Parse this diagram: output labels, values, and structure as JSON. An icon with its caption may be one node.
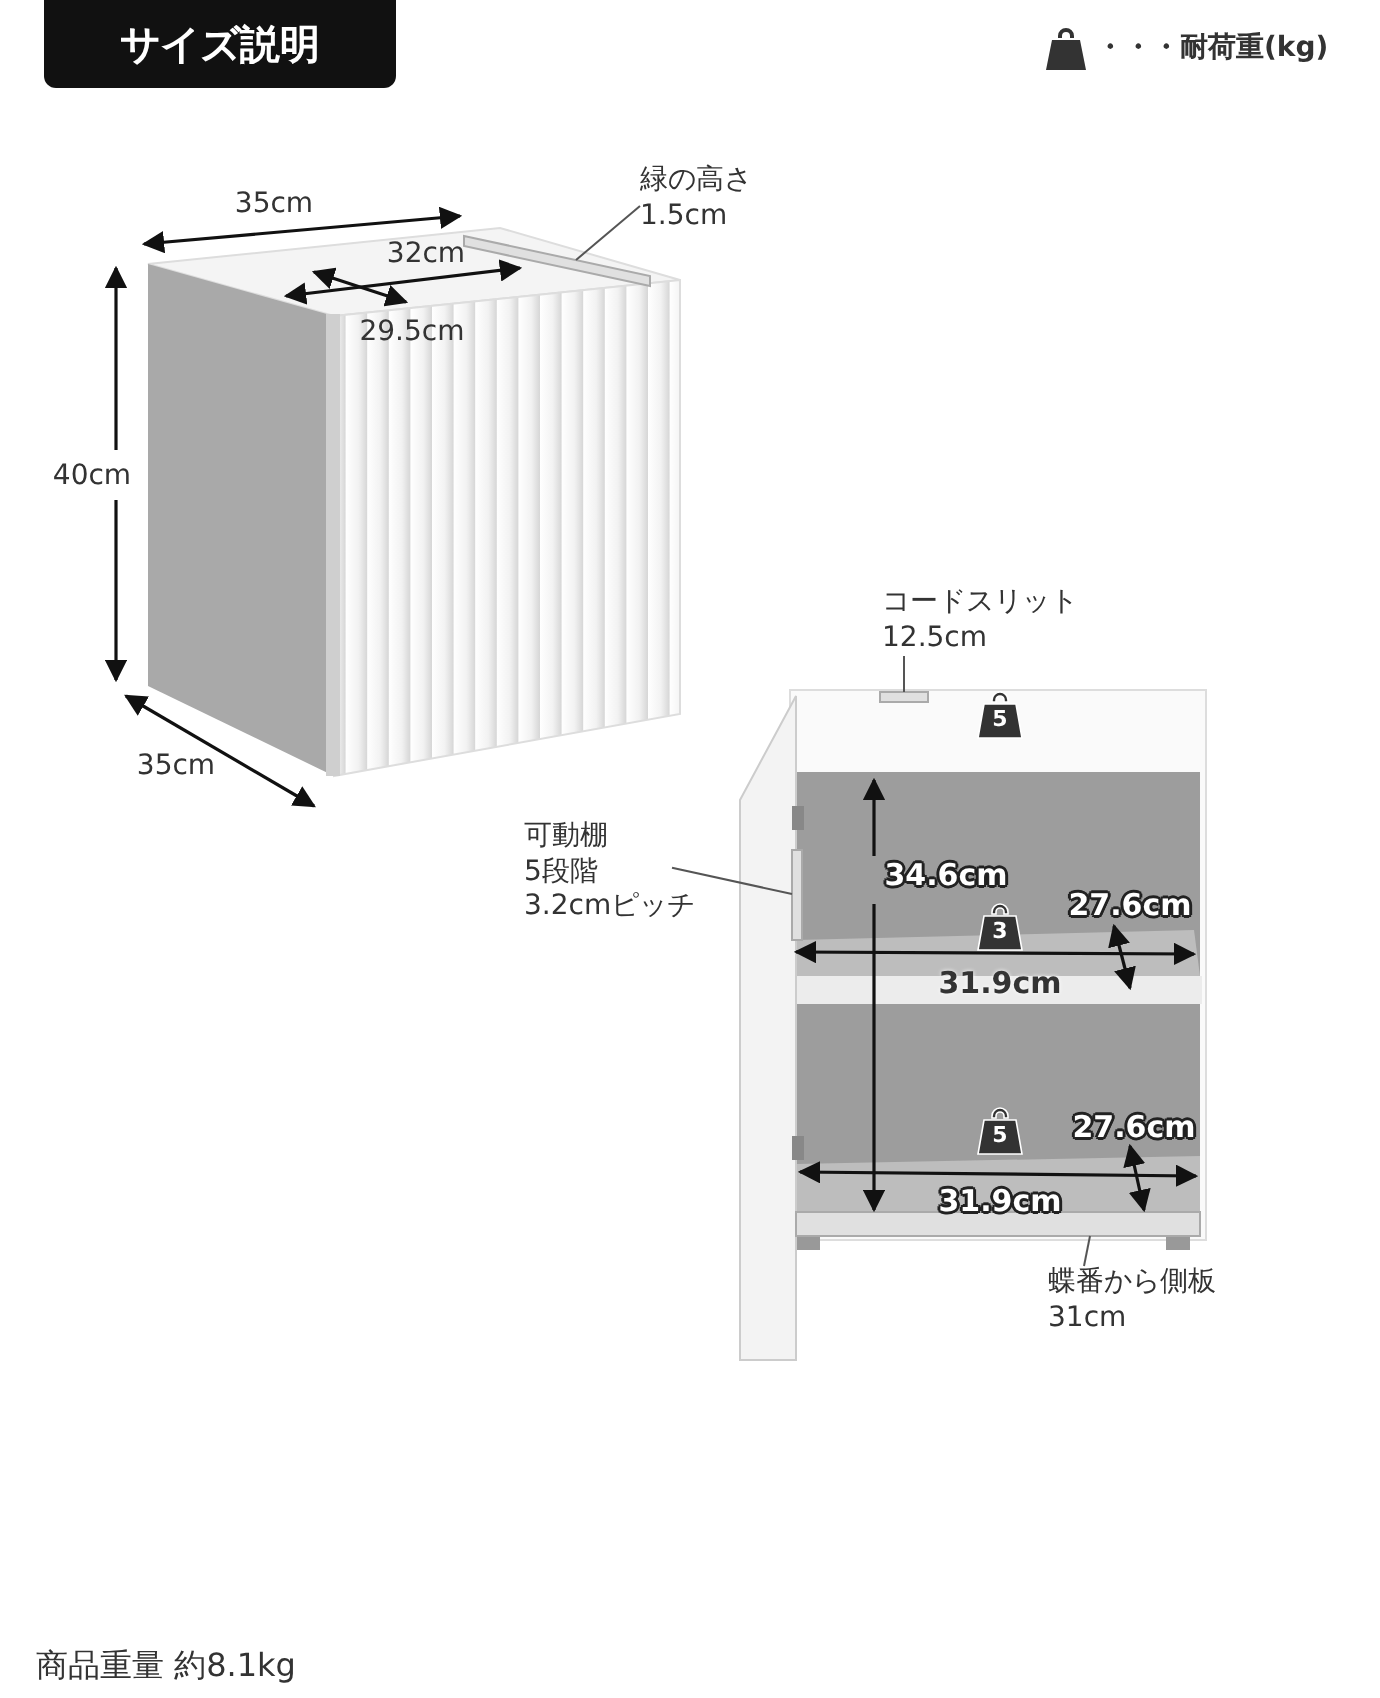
{
  "diagram": {
    "title": "サイズ説明",
    "caption": "商品重量 約8.1kg",
    "nodes": [
      {
        "text": [
          "緑の高さ",
          "1.5cm"
        ]
      },
      {
        "text": [
          "コードスリット",
          "12.5cm"
        ]
      },
      {
        "text": [
          "可動棚",
          "5段階",
          "3.2cmピッチ"
        ]
      },
      {
        "text": [
          "蝶番から側板",
          "31cm"
        ]
      },
      {
        "text": [
          "5"
        ]
      },
      {
        "text": [
          "3"
        ]
      },
      {
        "text": [
          "5"
        ]
      },
      {
        "text": [],
        "shape": "bar"
      },
      {
        "text": [],
        "shape": "bar"
      },
      {
        "text": [],
        "shape": "bar"
      },
      {
        "text": [],
        "shape": "bar"
      }
    ],
    "edges": [
      {
        "from": 0,
        "to": 7,
        "arrow": "none"
      },
      {
        "from": 1,
        "to": 8,
        "arrow": "none"
      },
      {
        "from": 2,
        "to": 9,
        "arrow": "none"
      },
      {
        "from": 3,
        "to": 10,
        "arrow": "none"
      }
    ],
    "labels": [
      "35cm",
      "32cm",
      "29.5cm",
      "40cm",
      "35cm",
      "34.6cm",
      "27.6cm",
      "31.9cm",
      "27.6cm",
      "31.9cm"
    ],
    "legend": [
      {
        "text": "・・・耐荷重(kg)"
      }
    ]
  }
}
